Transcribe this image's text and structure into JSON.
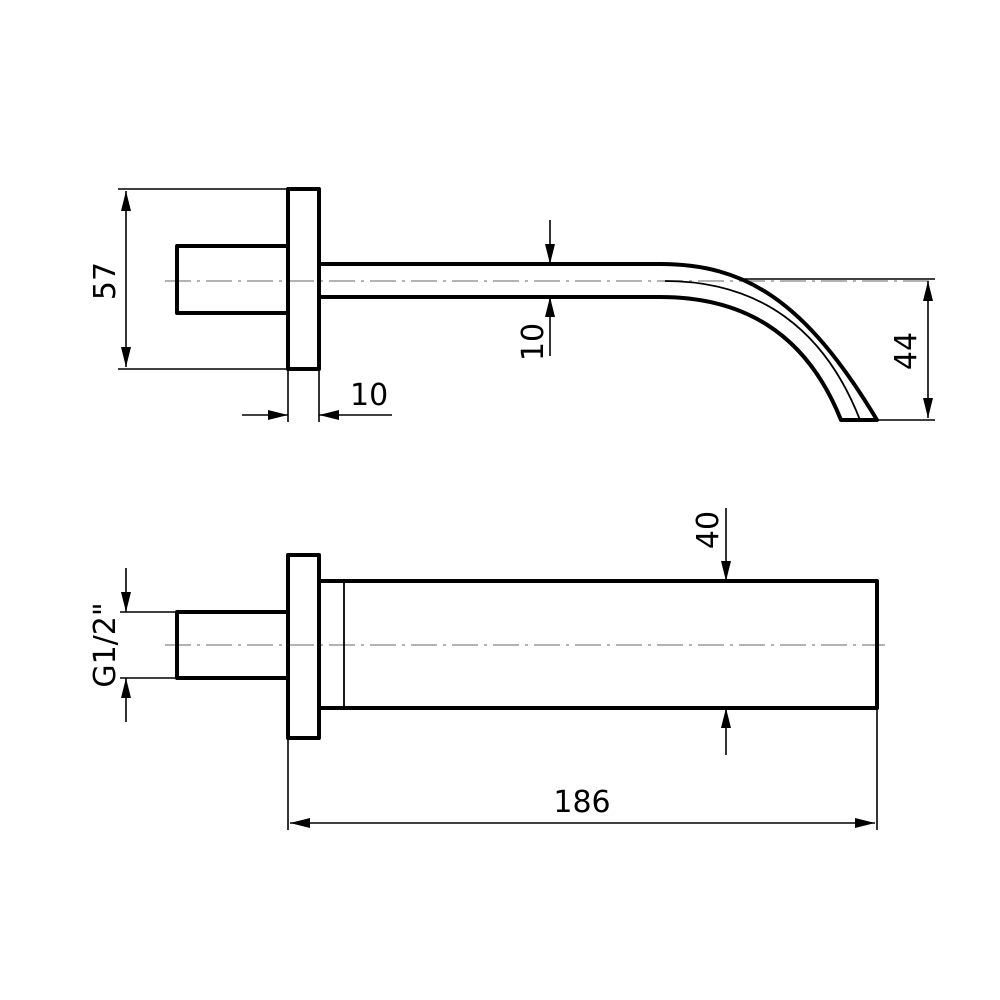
{
  "side_view": {
    "dim_height_label": "57",
    "dim_plate_thickness_label": "10",
    "dim_spout_thickness_label": "10",
    "dim_spout_drop_label": "44"
  },
  "top_view": {
    "dim_thread_label": "G1/2\"",
    "dim_spout_width_label": "40",
    "dim_length_label": "186"
  },
  "colors": {
    "line": "#000000",
    "centerline": "#9a9a9a",
    "background": "#ffffff"
  }
}
